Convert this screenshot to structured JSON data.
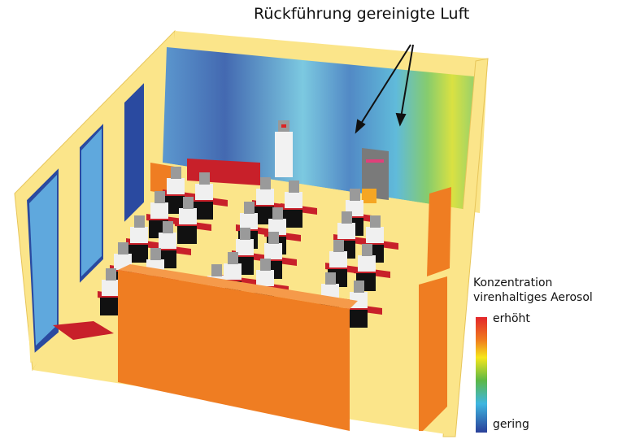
{
  "annotation": {
    "label": "Rückführung gereinigte Luft"
  },
  "legend": {
    "title_line1": "Konzentration",
    "title_line2": "virenhaltiges Aerosol",
    "high_label": "erhöht",
    "low_label": "gering",
    "colors": [
      "#e3262b",
      "#f07d1e",
      "#f6e61b",
      "#5cb847",
      "#3fb6e0",
      "#2a3f99"
    ]
  },
  "colors": {
    "wall": "#fbe58a",
    "floor": "#fbe58a",
    "partition": "#ef7d22",
    "desk": "#c8202a",
    "purifier": "#7a7a7a"
  }
}
